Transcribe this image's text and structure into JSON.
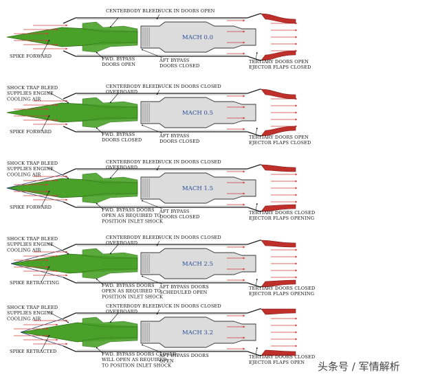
{
  "colors": {
    "spike": "#4aa12a",
    "flow_arrow": "#d23a3a",
    "nacelle_outline": "#1a1a1a",
    "engine_fill": "#dcdcdc",
    "nozzle_red": "#c0302b",
    "mach_text": "#2b4f9c"
  },
  "panels": [
    {
      "mach": "MACH 0.0",
      "spike_state": "forward",
      "labels": {
        "spike": "SPIKE FORWARD",
        "shock_trap": [],
        "centerbody_bleed": [
          "CENTERBODY BLEED"
        ],
        "suck_in": "SUCK IN DOORS OPEN",
        "fwd_bypass": [
          "FWD. BYPASS",
          "DOORS OPEN"
        ],
        "aft_bypass": [
          "AFT BYPASS",
          "DOORS CLOSED"
        ],
        "tertiary": [
          "TERTIARY DOORS OPEN",
          "EJECTOR FLAPS CLOSED"
        ]
      }
    },
    {
      "mach": "MACH 0.5",
      "spike_state": "forward",
      "labels": {
        "spike": "SPIKE FORWARD",
        "shock_trap": [
          "SHOCK TRAP BLEED",
          "SUPPLIES ENGINE",
          "COOLING AIR"
        ],
        "centerbody_bleed": [
          "CENTERBODY BLEED",
          "OVERBOARD"
        ],
        "suck_in": "SUCK IN DOORS CLOSED",
        "fwd_bypass": [
          "FWD. BYPASS",
          "DOORS CLOSED"
        ],
        "aft_bypass": [
          "AFT BYPASS",
          "DOORS CLOSED"
        ],
        "tertiary": [
          "TERTIARY DOORS OPEN",
          "EJECTOR FLAPS CLOSED"
        ]
      }
    },
    {
      "mach": "MACH 1.5",
      "spike_state": "forward",
      "labels": {
        "spike": "SPIKE FORWARD",
        "shock_trap": [
          "SHOCK TRAP BLEED",
          "SUPPLIES ENGINE",
          "COOLING AIR"
        ],
        "centerbody_bleed": [
          "CENTERBODY BLEED",
          "OVERBOARD"
        ],
        "suck_in": "SUCK IN DOORS CLOSED",
        "fwd_bypass": [
          "FWD. BYPASS DOORS",
          "OPEN AS REQUIRED TO",
          "POSITION INLET SHOCK"
        ],
        "aft_bypass": [
          "AFT BYPASS",
          "DOORS CLOSED"
        ],
        "tertiary": [
          "TERTIARY DOORS CLOSED",
          "EJECTOR FLAPS OPENING"
        ]
      }
    },
    {
      "mach": "MACH 2.5",
      "spike_state": "retracting",
      "labels": {
        "spike": "SPIKE RETRACTING",
        "shock_trap": [
          "SHOCK TRAP BLEED",
          "SUPPLIES ENGINE",
          "COOLING AIR"
        ],
        "centerbody_bleed": [
          "CENTERBODY BLEED",
          "OVERBOARD"
        ],
        "suck_in": "SUCK IN DOORS CLOSED",
        "fwd_bypass": [
          "FWD. BYPASS DOORS",
          "OPEN AS REQUIRED TO",
          "POSITION INLET SHOCK"
        ],
        "aft_bypass": [
          "AFT BYPASS DOORS",
          "SCHEDULED OPEN"
        ],
        "tertiary": [
          "TERTIARY DOORS CLOSED",
          "EJECTOR FLAPS OPENING"
        ]
      }
    },
    {
      "mach": "MACH 3.2",
      "spike_state": "retracted",
      "labels": {
        "spike": "SPIKE RETRACTED",
        "shock_trap": [
          "SHOCK TRAP BLEED",
          "SUPPLIES ENGINE",
          "COOLING AIR"
        ],
        "centerbody_bleed": [
          "CENTERBODY BLEED",
          "OVERBOARD"
        ],
        "suck_in": "SUCK IN DOORS CLOSED",
        "fwd_bypass": [
          "FWD. BYPASS DOORS CLOSED,",
          "WILL OPEN AS REQUIRED",
          "TO POSITION INLET SHOCK"
        ],
        "aft_bypass": [
          "AFT BYPASS DOORS",
          "OPEN"
        ],
        "tertiary": [
          "TERTIARY DOORS CLOSED",
          "EJECTOR FLAPS OPEN"
        ]
      }
    }
  ],
  "watermark": "头条号 / 军情解析"
}
